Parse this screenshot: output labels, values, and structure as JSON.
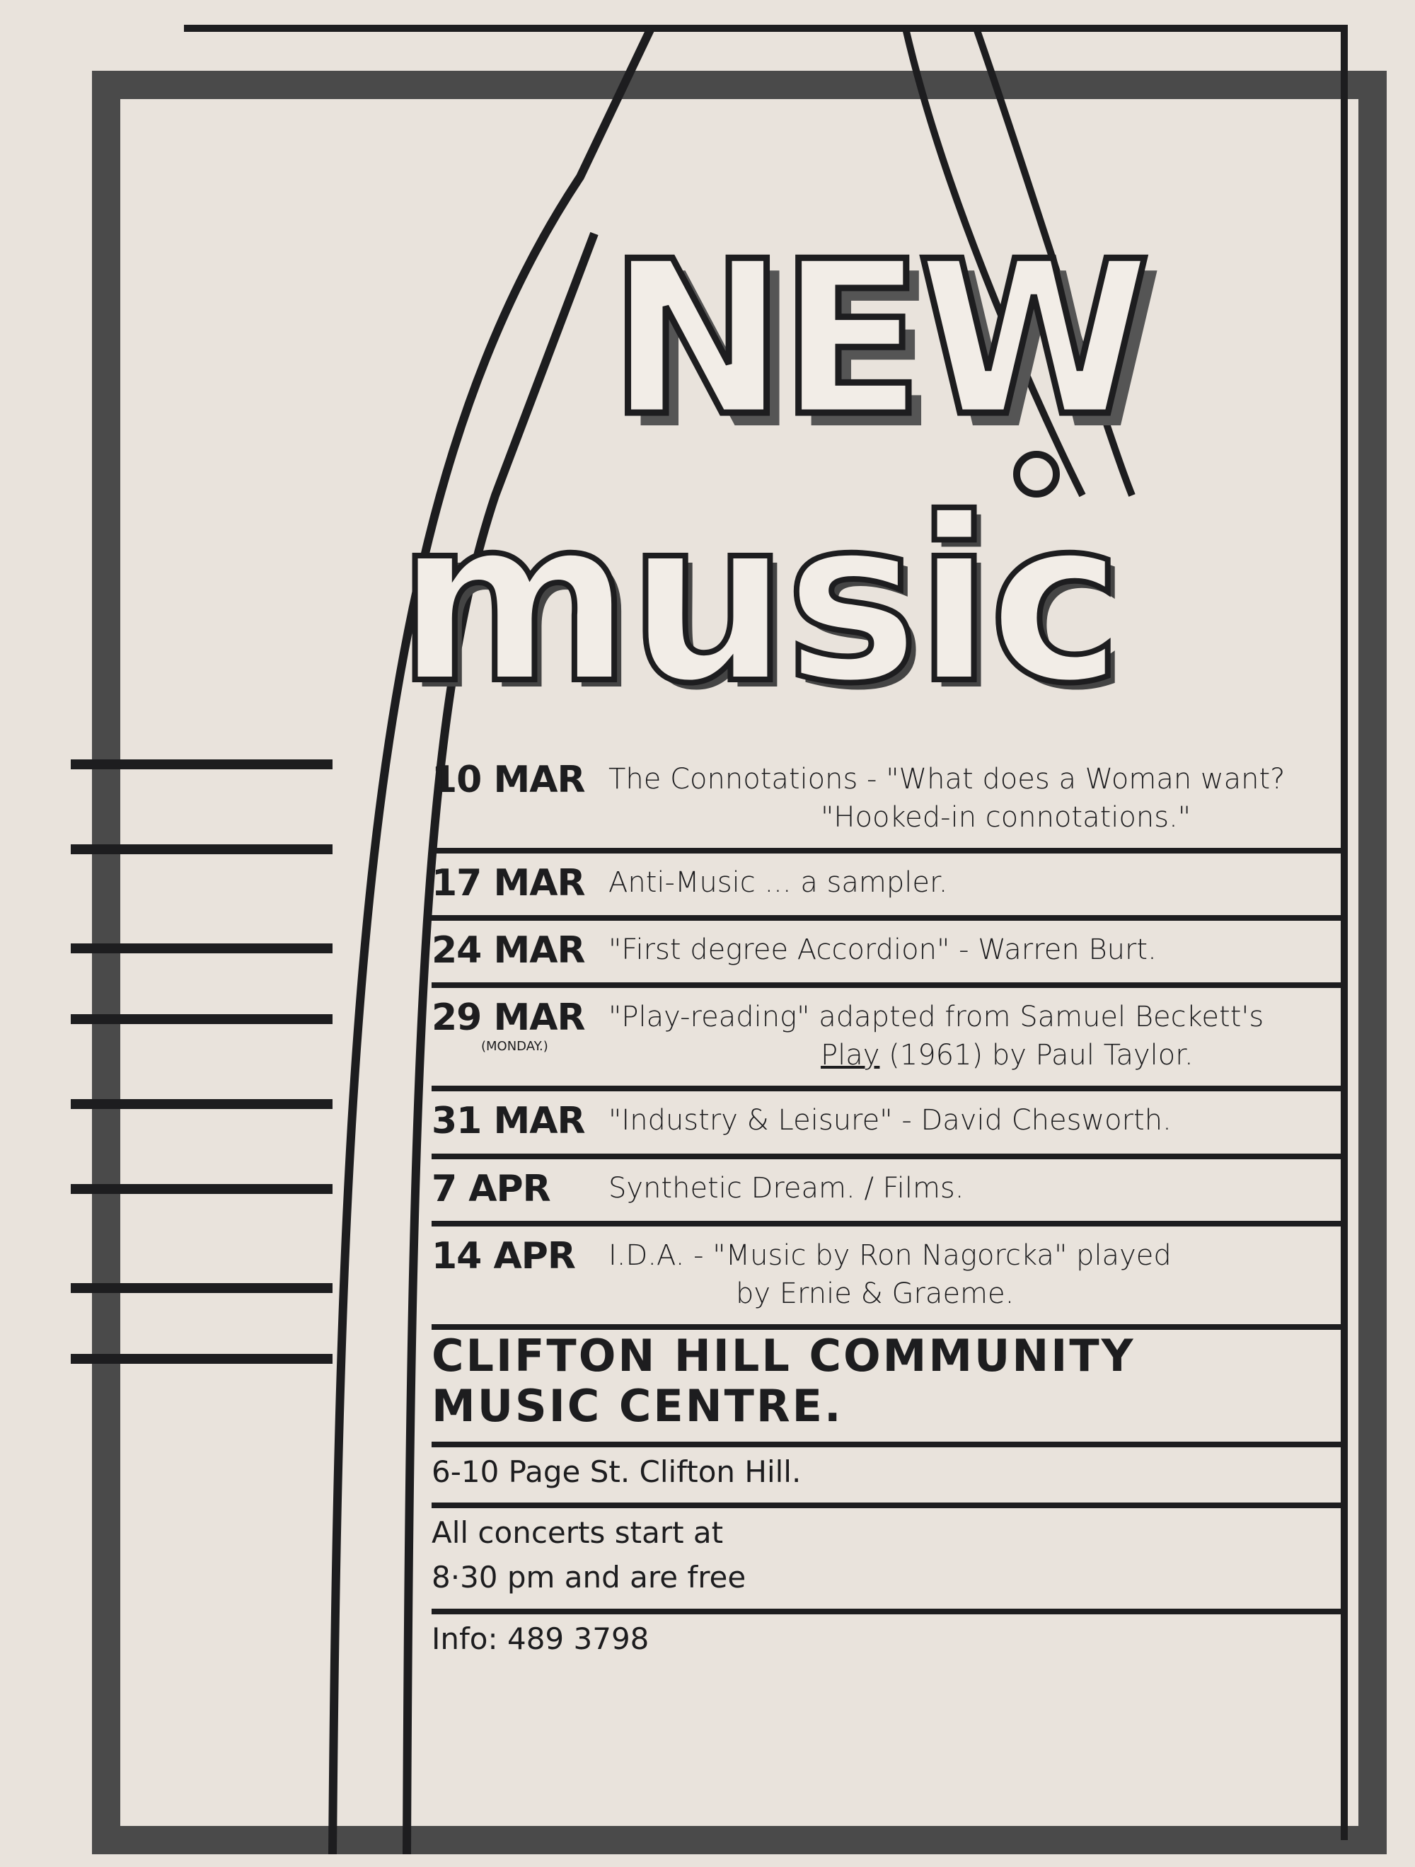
{
  "poster": {
    "title_new": "NEW",
    "title_music": "music",
    "colors": {
      "paper": "#e9e3dc",
      "ink": "#1d1d1f",
      "shadow": "#555555"
    }
  },
  "events": [
    {
      "date": "10 MAR",
      "lines": [
        "The Connotations - \"What does a Woman want?",
        "\"Hooked-in connotations.\""
      ]
    },
    {
      "date": "17 MAR",
      "lines": [
        "Anti-Music ... a sampler."
      ]
    },
    {
      "date": "24 MAR",
      "lines": [
        "\"First degree Accordion\" - Warren Burt."
      ]
    },
    {
      "date": "29 MAR",
      "note": "(MONDAY.)",
      "lines": [
        "\"Play-reading\" adapted from Samuel Beckett's",
        "Play",
        "(1961) by Paul Taylor."
      ]
    },
    {
      "date": "31 MAR",
      "lines": [
        "\"Industry & Leisure\" - David Chesworth."
      ]
    },
    {
      "date": "7 APR",
      "lines": [
        "Synthetic Dream. / Films."
      ]
    },
    {
      "date": "14 APR",
      "lines": [
        "I.D.A. - \"Music by Ron Nagorcka\" played",
        "by Ernie & Graeme."
      ]
    }
  ],
  "venue": {
    "name_line1": "CLIFTON HILL COMMUNITY",
    "name_line2": "MUSIC CENTRE.",
    "address": "6-10 Page St. Clifton Hill.",
    "info_line1": "All concerts start at",
    "info_line2": "8·30 pm and are free",
    "phone": "Info: 489 3798"
  }
}
